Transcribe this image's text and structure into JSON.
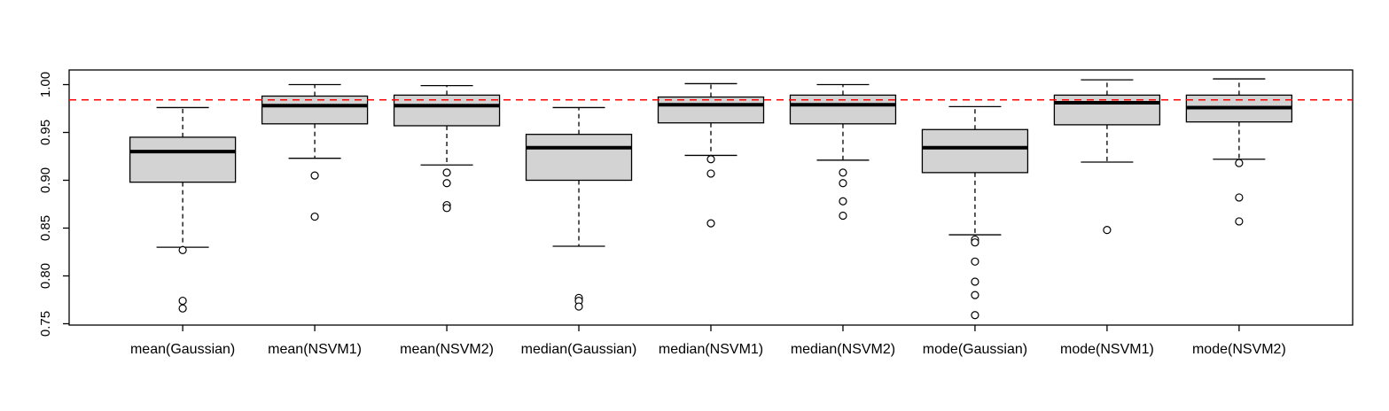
{
  "figure": {
    "background": "#ffffff"
  },
  "chart_data": {
    "type": "boxplot",
    "title": "",
    "xlabel": "",
    "ylabel": "",
    "grid": false,
    "legend": false,
    "categories": [
      "mean(Gaussian)",
      "mean(NSVM1)",
      "mean(NSVM2)",
      "median(Gaussian)",
      "median(NSVM1)",
      "median(NSVM2)",
      "mode(Gaussian)",
      "mode(NSVM1)",
      "mode(NSVM2)"
    ],
    "y_axis": {
      "ticks": [
        0.75,
        0.8,
        0.85,
        0.9,
        0.95,
        1.0
      ],
      "tick_labels": [
        "0.75",
        "0.80",
        "0.85",
        "0.90",
        "0.95",
        "1.00"
      ],
      "ylim": [
        0.7486,
        1.0153
      ]
    },
    "reference_line": {
      "value": 0.984,
      "color": "#ff0000",
      "style": "dashed"
    },
    "series": [
      {
        "name": "mean(Gaussian)",
        "whisker_low": 0.83,
        "q1": 0.898,
        "median": 0.93,
        "q3": 0.945,
        "whisker_high": 0.976,
        "outliers": [
          0.827,
          0.774,
          0.766
        ]
      },
      {
        "name": "mean(NSVM1)",
        "whisker_low": 0.923,
        "q1": 0.959,
        "median": 0.978,
        "q3": 0.988,
        "whisker_high": 1.0,
        "outliers": [
          0.905,
          0.862
        ]
      },
      {
        "name": "mean(NSVM2)",
        "whisker_low": 0.916,
        "q1": 0.957,
        "median": 0.978,
        "q3": 0.989,
        "whisker_high": 0.999,
        "outliers": [
          0.908,
          0.897,
          0.874,
          0.871
        ]
      },
      {
        "name": "median(Gaussian)",
        "whisker_low": 0.831,
        "q1": 0.9,
        "median": 0.934,
        "q3": 0.948,
        "whisker_high": 0.976,
        "outliers": [
          0.777,
          0.774,
          0.768
        ]
      },
      {
        "name": "median(NSVM1)",
        "whisker_low": 0.926,
        "q1": 0.96,
        "median": 0.979,
        "q3": 0.987,
        "whisker_high": 1.001,
        "outliers": [
          0.922,
          0.907,
          0.855
        ]
      },
      {
        "name": "median(NSVM2)",
        "whisker_low": 0.921,
        "q1": 0.959,
        "median": 0.979,
        "q3": 0.989,
        "whisker_high": 1.0,
        "outliers": [
          0.908,
          0.897,
          0.878,
          0.863
        ]
      },
      {
        "name": "mode(Gaussian)",
        "whisker_low": 0.843,
        "q1": 0.908,
        "median": 0.934,
        "q3": 0.953,
        "whisker_high": 0.977,
        "outliers": [
          0.838,
          0.835,
          0.815,
          0.794,
          0.78,
          0.759
        ]
      },
      {
        "name": "mode(NSVM1)",
        "whisker_low": 0.919,
        "q1": 0.958,
        "median": 0.981,
        "q3": 0.989,
        "whisker_high": 1.005,
        "outliers": [
          0.848
        ]
      },
      {
        "name": "mode(NSVM2)",
        "whisker_low": 0.922,
        "q1": 0.961,
        "median": 0.976,
        "q3": 0.989,
        "whisker_high": 1.006,
        "outliers": [
          0.918,
          0.882,
          0.857
        ]
      }
    ],
    "style": {
      "box_fill": "#d3d3d3",
      "box_stroke": "#000000",
      "median_color": "#000000",
      "whisker_color": "#000000",
      "whisker_style": "dashed",
      "outlier_fill": "#ffffff",
      "outlier_stroke": "#000000",
      "axis_color": "#000000"
    }
  }
}
